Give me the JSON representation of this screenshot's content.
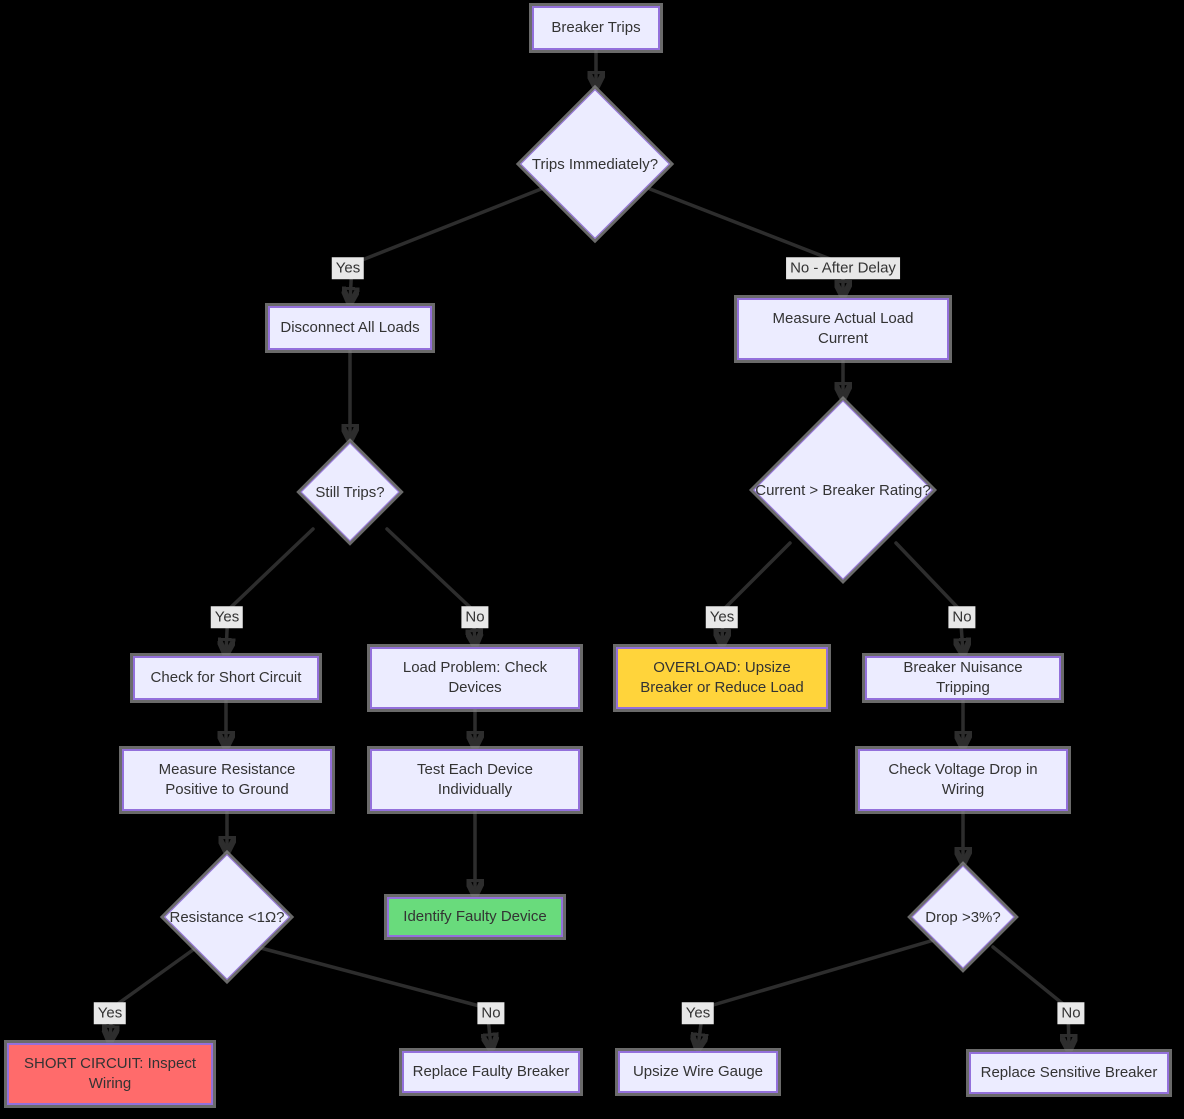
{
  "colors": {
    "background": "#000000",
    "node_fill": "#ECECFF",
    "node_border": "#9370DB",
    "node_text": "#333333",
    "warning_fill": "#FFD43B",
    "success_fill": "#69DB7C",
    "danger_fill": "#FF6B6B",
    "edge_stroke": "#2d2d2d",
    "edge_label_bg": "#e8e8e8",
    "shadow_ring": "rgba(133,133,133,0.8)"
  },
  "nodes": {
    "breaker_trips": "Breaker Trips",
    "trips_immediately": "Trips Immediately?",
    "disconnect_loads": "Disconnect All Loads",
    "measure_actual": "Measure Actual Load Current",
    "still_trips": "Still Trips?",
    "current_rating": "Current > Breaker Rating?",
    "check_short": "Check for Short Circuit",
    "load_problem": "Load Problem: Check Devices",
    "overload": "OVERLOAD: Upsize Breaker or Reduce Load",
    "nuisance": "Breaker Nuisance Tripping",
    "measure_resistance": "Measure Resistance Positive to Ground",
    "test_each": "Test Each Device Individually",
    "check_voltage": "Check Voltage Drop in Wiring",
    "resistance_lt1": "Resistance <1Ω?",
    "identify_faulty": "Identify Faulty Device",
    "drop_gt3": "Drop >3%?",
    "short_circuit": "SHORT CIRCUIT: Inspect Wiring",
    "replace_faulty": "Replace Faulty Breaker",
    "upsize_wire": "Upsize Wire Gauge",
    "replace_sensitive": "Replace Sensitive Breaker"
  },
  "edge_labels": {
    "trips_yes": "Yes",
    "trips_no": "No - After Delay",
    "still_yes": "Yes",
    "still_no": "No",
    "rating_yes": "Yes",
    "rating_no": "No",
    "resistance_yes": "Yes",
    "resistance_no": "No",
    "drop_yes": "Yes",
    "drop_no": "No"
  }
}
